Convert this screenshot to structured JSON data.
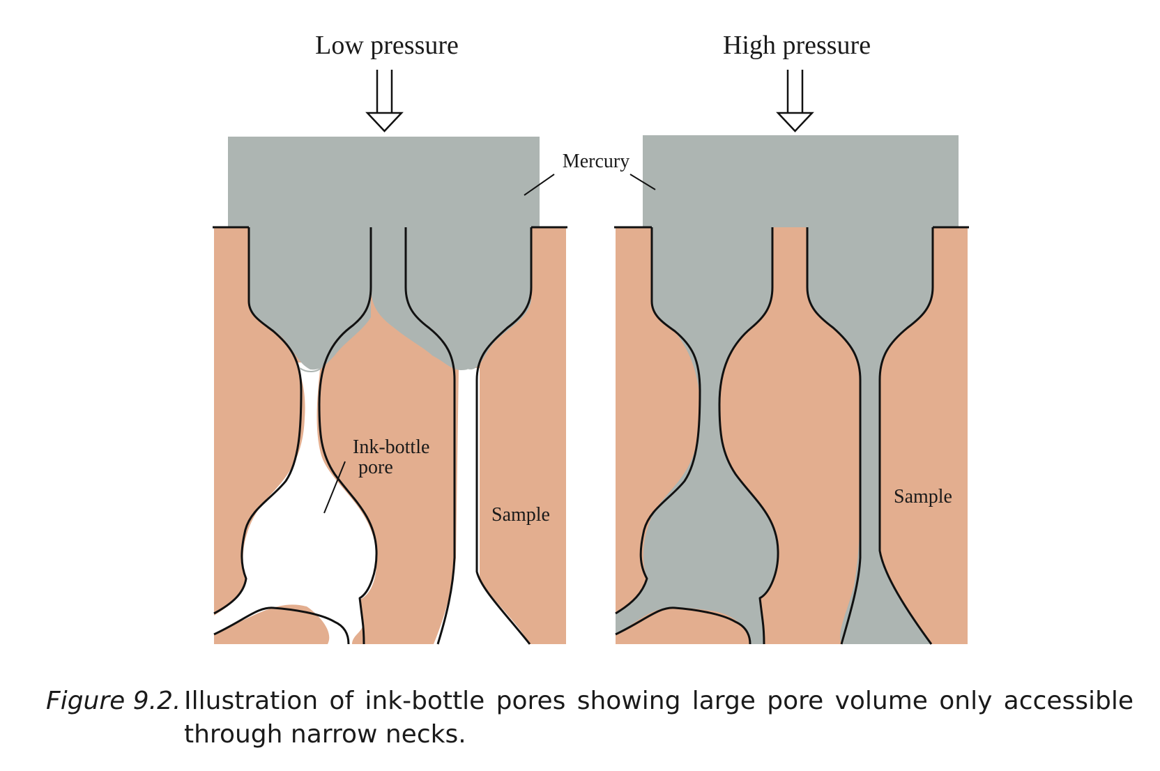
{
  "left_panel": {
    "title": "Low pressure",
    "mercury_label": "Mercury",
    "pore_label": [
      "Ink-bottle",
      "pore"
    ],
    "sample_label": "Sample"
  },
  "right_panel": {
    "title": "High pressure",
    "sample_label": "Sample"
  },
  "caption": {
    "figure": "Figure 9.2.",
    "text": "Illustration of ink-bottle pores showing large pore volume only accessible through narrow necks."
  },
  "colors": {
    "mercury": "#adb5b2",
    "sample": "#e3ae8f",
    "outline": "#111111",
    "background": "#ffffff"
  }
}
